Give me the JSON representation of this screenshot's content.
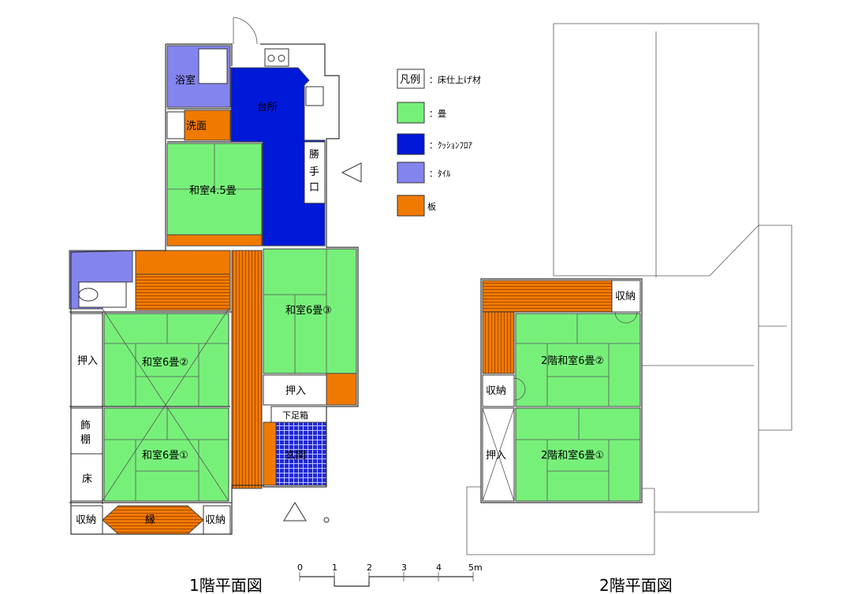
{
  "colors": {
    "tatami": "#77f07a",
    "cushion_floor": "#0018d8",
    "tile": "#8484ee",
    "wood": "#f07a00",
    "wood_stripe": "#a84800",
    "genkan_tile": "#2028d8"
  },
  "legend": {
    "title": "凡例",
    "title_suffix": "：床仕上げ材",
    "items": [
      {
        "name": "tatami",
        "label": "：畳"
      },
      {
        "name": "cushion_floor",
        "label": "：ｸｯｼｮﾝﾌﾛｱ"
      },
      {
        "name": "tile",
        "label": "：ﾀｲﾙ"
      },
      {
        "name": "wood",
        "label": "板"
      }
    ]
  },
  "floor1": {
    "caption": "1階平面図",
    "rooms": {
      "bath": "浴室",
      "kitchen": "台所",
      "washroom": "洗面",
      "katteguchi_1": "勝",
      "katteguchi_2": "手",
      "katteguchi_3": "口",
      "washitsu_45": "和室4.5畳",
      "washitsu_6_3": "和室6畳③",
      "washitsu_6_2": "和室6畳②",
      "washitsu_6_1": "和室6畳①",
      "oshiire_left": "押入",
      "oshiire_mid": "押入",
      "geta_bako": "下足箱",
      "genkan": "玄関",
      "kazari_1": "飾",
      "kazari_2": "棚",
      "toko": "床",
      "shuno_left": "収納",
      "engawa": "縁",
      "shuno_right": "収納"
    }
  },
  "floor2": {
    "caption": "2階平面図",
    "rooms": {
      "shuno_top": "収納",
      "shuno_left": "収納",
      "oshiire": "押入",
      "washitsu_2": "2階和室6畳②",
      "washitsu_1": "2階和室6畳①"
    }
  },
  "scale": {
    "ticks": [
      "0",
      "1",
      "2",
      "3",
      "4",
      "5m"
    ]
  }
}
